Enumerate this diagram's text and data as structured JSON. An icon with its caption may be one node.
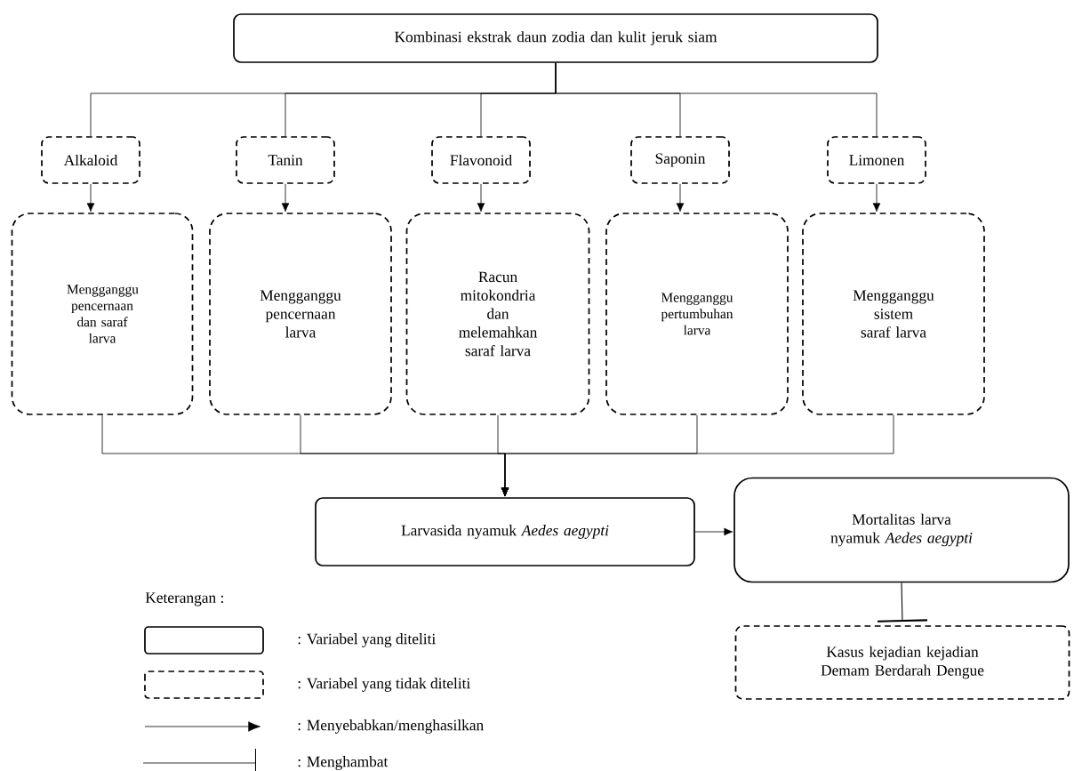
{
  "diagram": {
    "nodes": [
      {
        "text": [
          "Kombinasi ekstrak daun zodia dan kulit jeruk siam"
        ]
      },
      {
        "text": [
          "Alkaloid"
        ]
      },
      {
        "text": [
          "Tanin"
        ]
      },
      {
        "text": [
          "Flavonoid"
        ]
      },
      {
        "text": [
          "Saponin"
        ]
      },
      {
        "text": [
          "Limonen"
        ]
      },
      {
        "text": [
          "Mengganggu pencernaan dan saraf larva"
        ]
      },
      {
        "text": [
          "Mengganggu pencernaan larva"
        ]
      },
      {
        "text": [
          "Racun mitokondria dan melemahkan saraf larva"
        ]
      },
      {
        "text": [
          "Mengganggu pertumbuhan larva"
        ]
      },
      {
        "text": [
          "Mengganggu sistem saraf larva"
        ]
      },
      {
        "text": [
          "Larvasida nyamuk *Aedes aegypti*"
        ]
      },
      {
        "text": [
          "Mortalitas larva nyamuk *Aedes aegypti*"
        ]
      },
      {
        "text": [
          "Kasus kejadian kejadian Demam Berdarah Dengue"
        ]
      }
    ],
    "edges": [
      {
        "from": 0,
        "to": 1,
        "arrow": "none"
      },
      {
        "from": 0,
        "to": 2,
        "arrow": "none"
      },
      {
        "from": 0,
        "to": 3,
        "arrow": "none"
      },
      {
        "from": 0,
        "to": 4,
        "arrow": "none"
      },
      {
        "from": 0,
        "to": 5,
        "arrow": "none"
      },
      {
        "from": 1,
        "to": 6,
        "arrow": "to"
      },
      {
        "from": 2,
        "to": 7,
        "arrow": "to"
      },
      {
        "from": 3,
        "to": 8,
        "arrow": "to"
      },
      {
        "from": 4,
        "to": 9,
        "arrow": "to"
      },
      {
        "from": 5,
        "to": 10,
        "arrow": "to"
      },
      {
        "from": 6,
        "to": 11,
        "arrow": "to"
      },
      {
        "from": 7,
        "to": 11,
        "arrow": "to"
      },
      {
        "from": 8,
        "to": 11,
        "arrow": "to"
      },
      {
        "from": 9,
        "to": 11,
        "arrow": "to"
      },
      {
        "from": 10,
        "to": 11,
        "arrow": "to"
      },
      {
        "from": 11,
        "to": 12,
        "arrow": "to"
      },
      {
        "from": 12,
        "to": 13,
        "arrow": "other"
      }
    ],
    "labels": [
      "Keterangan :"
    ],
    "legend": [
      {
        "text": ": Variabel yang diteliti"
      },
      {
        "text": ": Variabel yang tidak diteliti"
      },
      {
        "text": ": Menyebabkan/menghasilkan"
      },
      {
        "text": ": Menghambat"
      }
    ]
  }
}
